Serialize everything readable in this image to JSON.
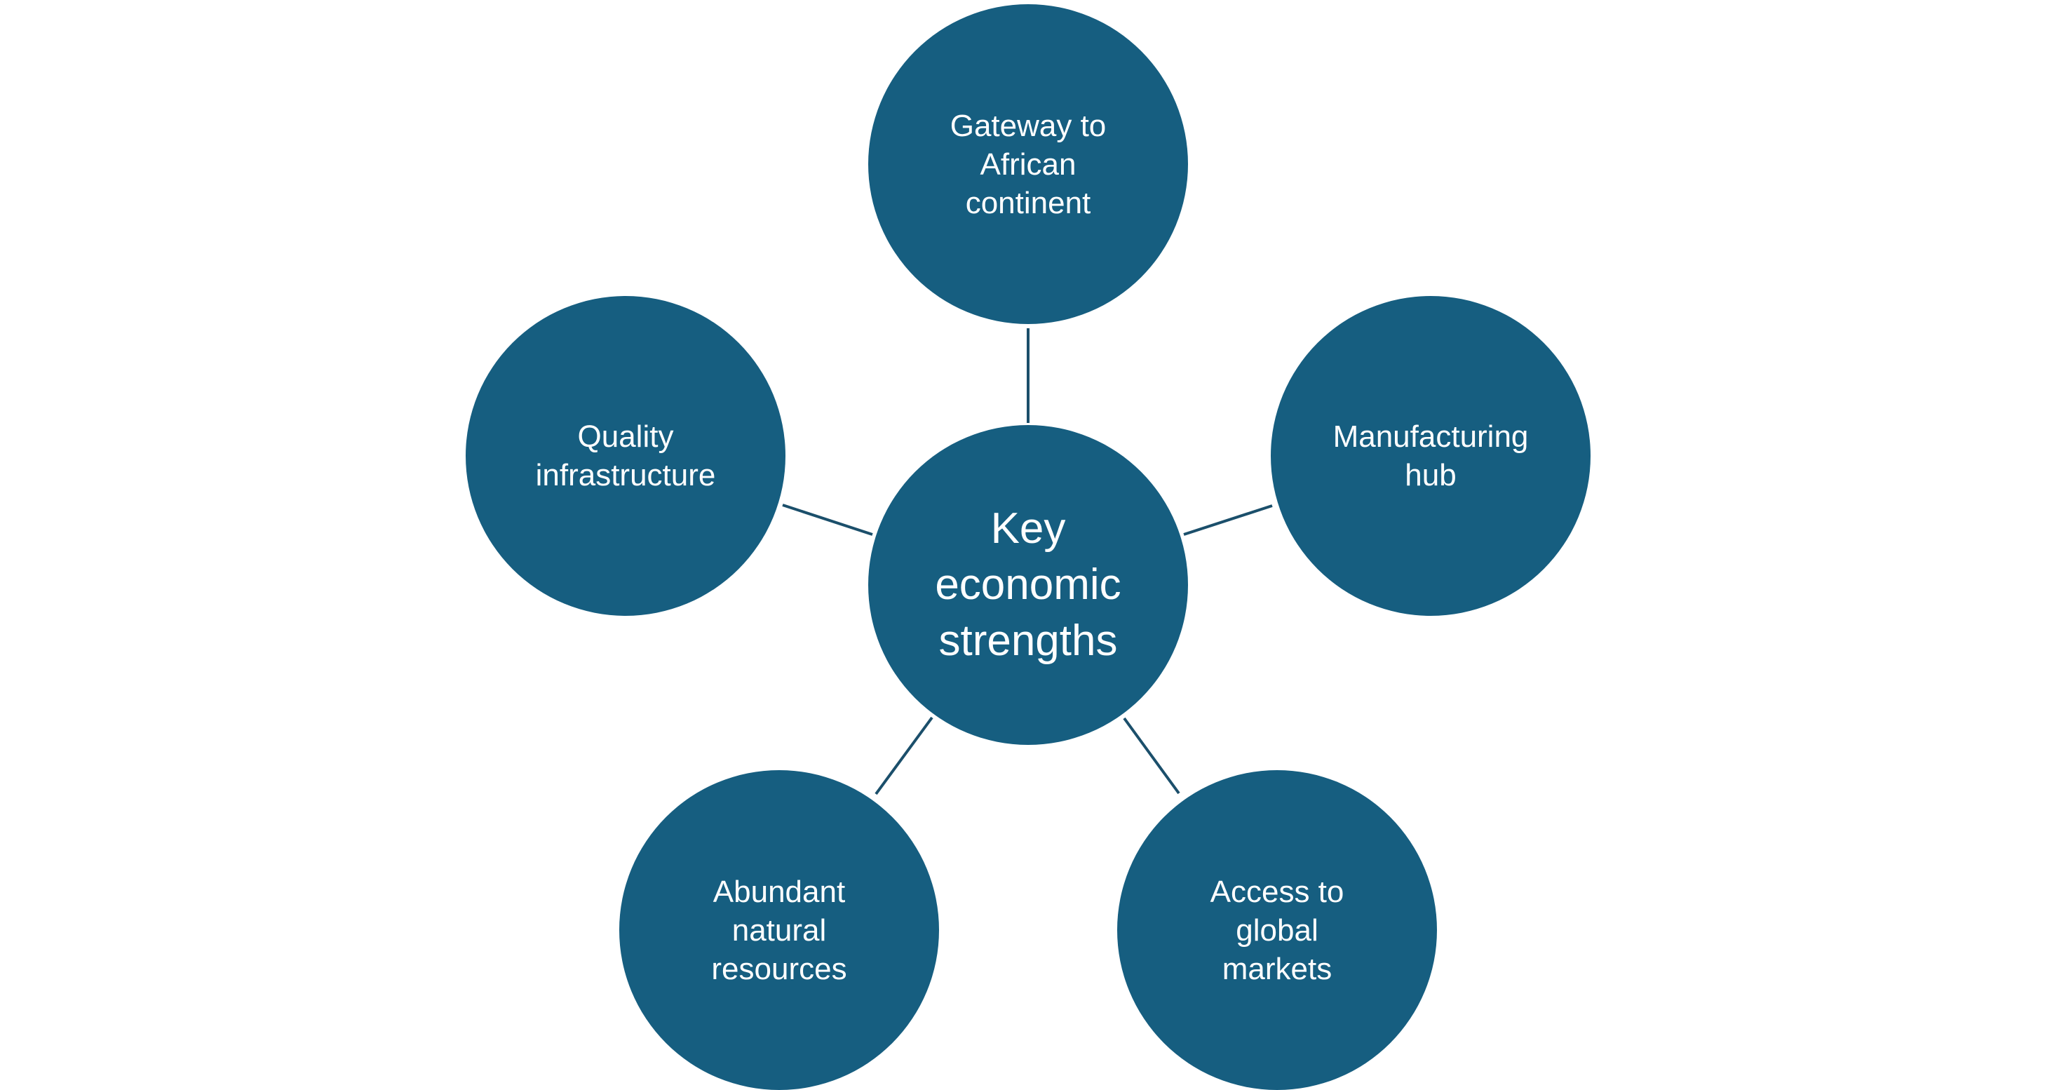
{
  "colors": {
    "node_fill": "#165e80",
    "connector": "#1b4f6b",
    "text": "#ffffff"
  },
  "diagram": {
    "center": {
      "label": "Key\neconomic\nstrengths"
    },
    "nodes": [
      {
        "id": "gateway",
        "label": "Gateway to\nAfrican\ncontinent"
      },
      {
        "id": "manufacturing",
        "label": "Manufacturing\nhub"
      },
      {
        "id": "markets",
        "label": "Access to\nglobal\nmarkets"
      },
      {
        "id": "resources",
        "label": "Abundant\nnatural\nresources"
      },
      {
        "id": "infrastructure",
        "label": "Quality\ninfrastructure"
      }
    ]
  }
}
